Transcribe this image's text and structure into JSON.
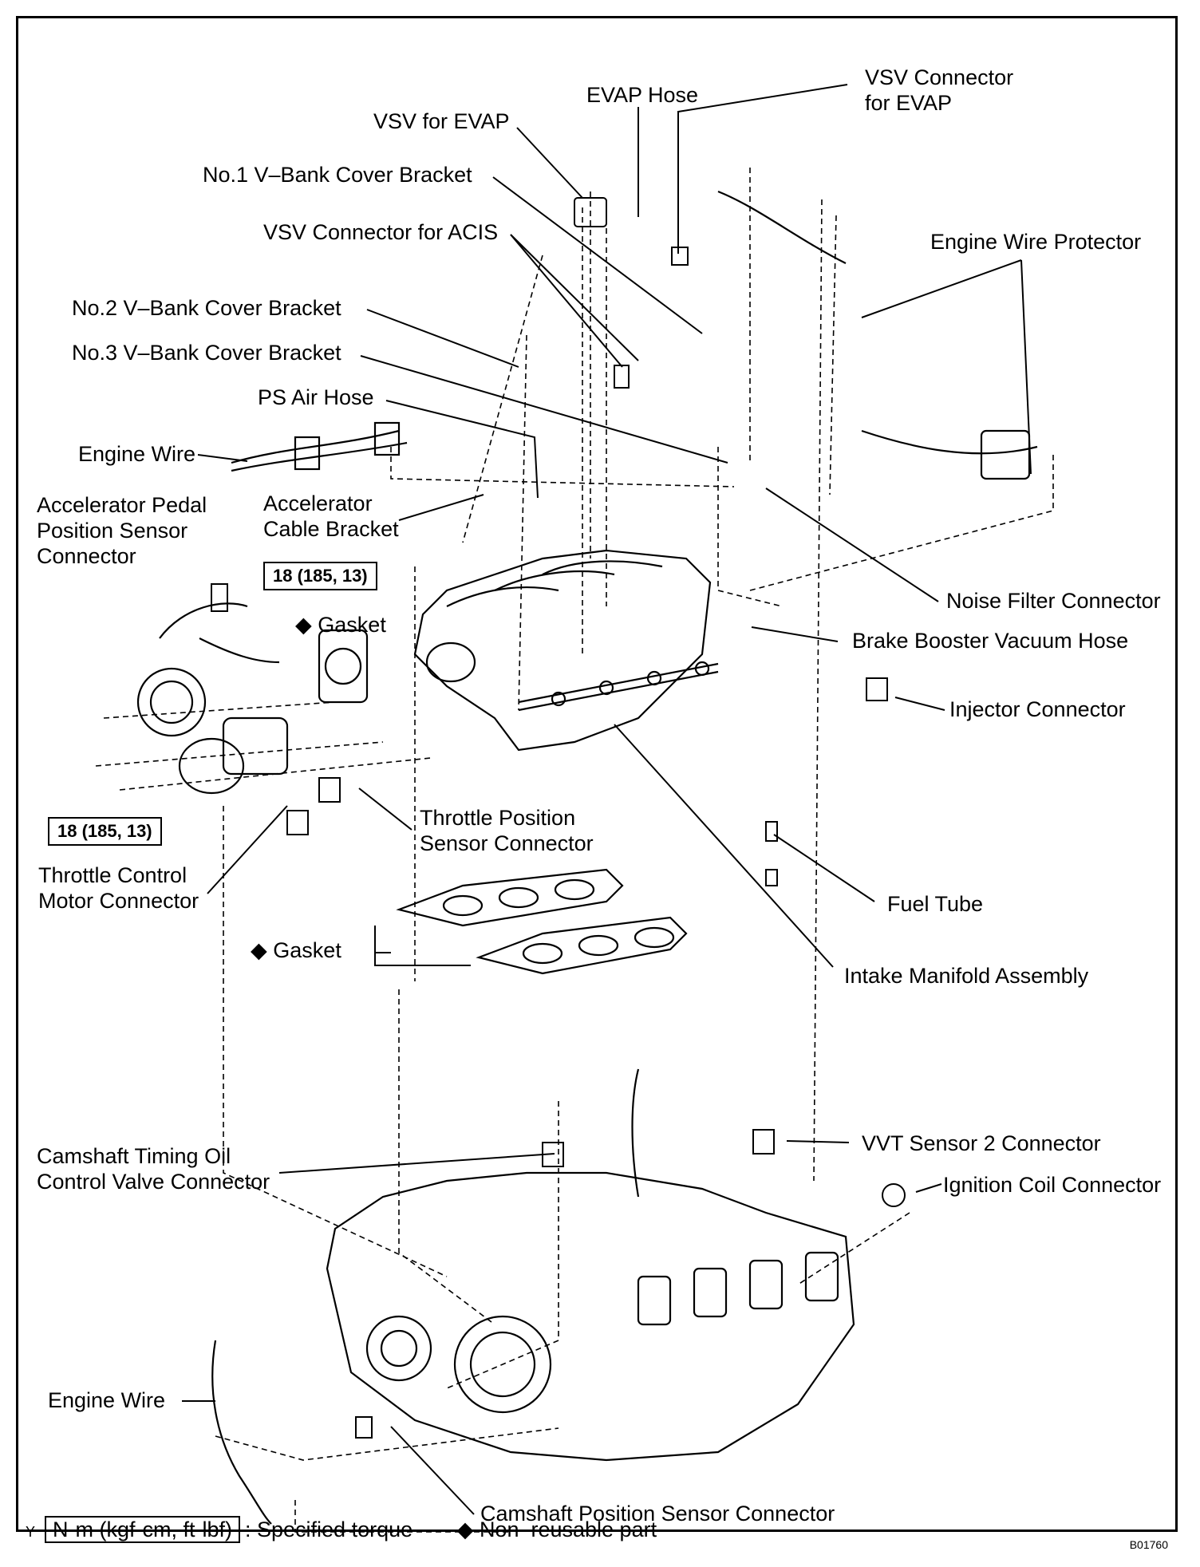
{
  "labels": {
    "evap_hose": "EVAP Hose",
    "vsv_conn_evap_1": "VSV Connector",
    "vsv_conn_evap_2": "for EVAP",
    "vsv_evap": "VSV for EVAP",
    "no1_bracket": "No.1 V–Bank Cover Bracket",
    "vsv_conn_acis": "VSV Connector for ACIS",
    "engine_wire_protector": "Engine Wire Protector",
    "no2_bracket": "No.2 V–Bank Cover Bracket",
    "no3_bracket": "No.3 V–Bank Cover Bracket",
    "ps_air_hose": "PS Air Hose",
    "engine_wire_top": "Engine Wire",
    "app_sensor_1": "Accelerator Pedal",
    "app_sensor_2": "Position Sensor",
    "app_sensor_3": "Connector",
    "accel_cable_1": "Accelerator",
    "accel_cable_2": "Cable Bracket",
    "noise_filter": "Noise Filter Connector",
    "gasket_throttle": "Gasket",
    "brake_booster": "Brake Booster Vacuum Hose",
    "injector_conn": "Injector Connector",
    "tps_1": "Throttle Position",
    "tps_2": "Sensor Connector",
    "tcm_1": "Throttle Control",
    "tcm_2": "Motor Connector",
    "fuel_tube": "Fuel Tube",
    "gasket_manifold": "Gasket",
    "intake_manifold": "Intake Manifold Assembly",
    "camshaft_ocv_1": "Camshaft Timing Oil",
    "camshaft_ocv_2": "Control Valve Connector",
    "vvt_sensor": "VVT Sensor 2 Connector",
    "ignition_coil": "Ignition Coil Connector",
    "engine_wire_bottom": "Engine Wire",
    "camshaft_pos": "Camshaft Position Sensor Connector"
  },
  "torque": {
    "top": "18 (185, 13)",
    "left": "18 (185, 13)"
  },
  "legend": {
    "prefix": "Y",
    "unit_box": "N·m (kgf·cm, ft·lbf)",
    "unit_text": ": Specified torque",
    "nonreusable_symbol": "◆",
    "nonreusable_text": "Non–reusable part"
  },
  "figure_code": "B01760"
}
